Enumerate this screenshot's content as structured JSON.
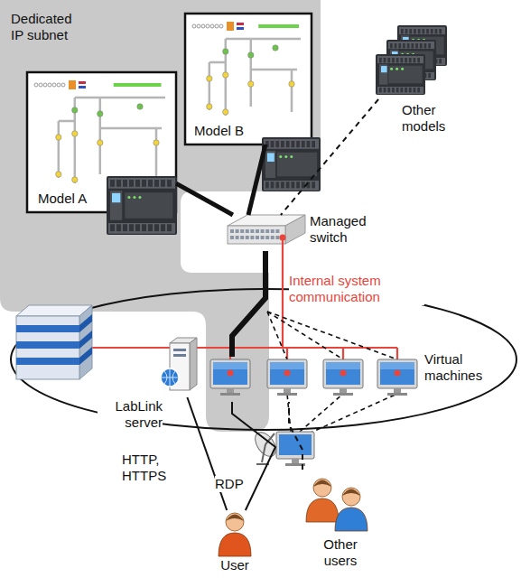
{
  "diagram": {
    "nodes": [
      {
        "text": [
          "Dedicated IP subnet"
        ]
      },
      {
        "text": [
          "Model A"
        ],
        "in": 0
      },
      {
        "text": [
          "Model B"
        ],
        "in": 0
      },
      {
        "text": [
          "Other models"
        ]
      },
      {
        "text": [
          "Managed switch"
        ]
      },
      {
        "text": [
          "Virtual machines"
        ]
      },
      {
        "text": [
          "LabLink server"
        ]
      },
      {
        "text": [
          "User"
        ]
      },
      {
        "text": [
          "Other users"
        ]
      }
    ],
    "edges": [
      {
        "from": 1,
        "to": 4,
        "arrow": "none"
      },
      {
        "from": 2,
        "to": 4,
        "arrow": "none"
      },
      {
        "from": 3,
        "to": 4,
        "arrow": "none"
      },
      {
        "from": 4,
        "to": 5,
        "arrow": "none"
      },
      {
        "from": 6,
        "to": 7,
        "label": "HTTP, HTTPS",
        "arrow": "none"
      },
      {
        "from": 7,
        "to": 5,
        "label": "RDP",
        "arrow": "none"
      },
      {
        "from": 8,
        "to": 5,
        "arrow": "none"
      }
    ],
    "labels": [
      "Internal system communication"
    ]
  }
}
